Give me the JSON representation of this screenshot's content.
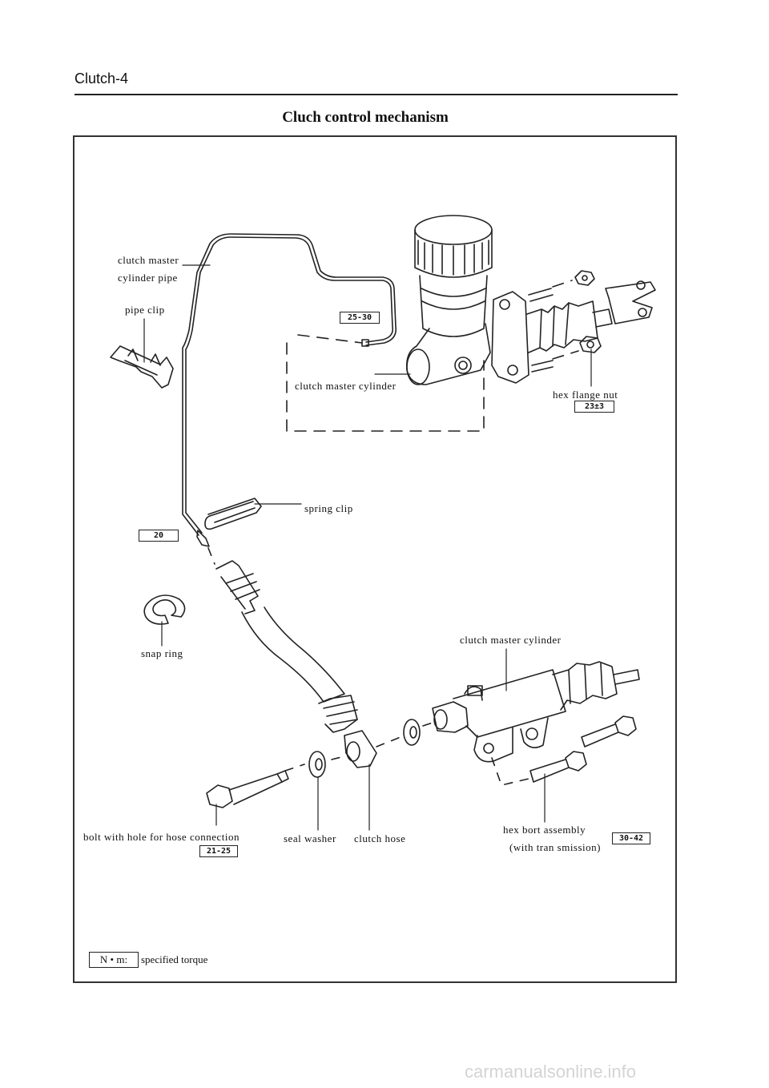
{
  "header": {
    "page_label": "Clutch-4"
  },
  "diagram": {
    "title": "Cluch control mechanism"
  },
  "labels": {
    "clutch_master_cylinder_pipe_1": "clutch  master",
    "clutch_master_cylinder_pipe_2": "cylinder  pipe",
    "pipe_clip": "pipe   clip",
    "clutch_master_cylinder_top": "clutch master cylinder",
    "hex_flange_nut": "hex  flange  nut",
    "spring_clip": "spring    clip",
    "snap_ring": "snap  ring",
    "clutch_master_cylinder_bottom": "clutch master cylinder",
    "bolt_with_hole": "bolt  with  hole  for hose  connection",
    "seal_washer": "seal  washer",
    "clutch_hose": "clutch  hose",
    "hex_bolt_assembly": "hex  bort  assembly",
    "with_transmission": "(with  tran  smission)"
  },
  "torques": {
    "pipe_fitting": "25-30",
    "hex_flange_nut": "23±3",
    "hose_fitting": "20",
    "bolt_hose": "21-25",
    "hex_bolt": "30-42"
  },
  "legend": {
    "unit": "N  • m:",
    "description": "specified torque"
  },
  "watermark": "carmanualsonline.info"
}
